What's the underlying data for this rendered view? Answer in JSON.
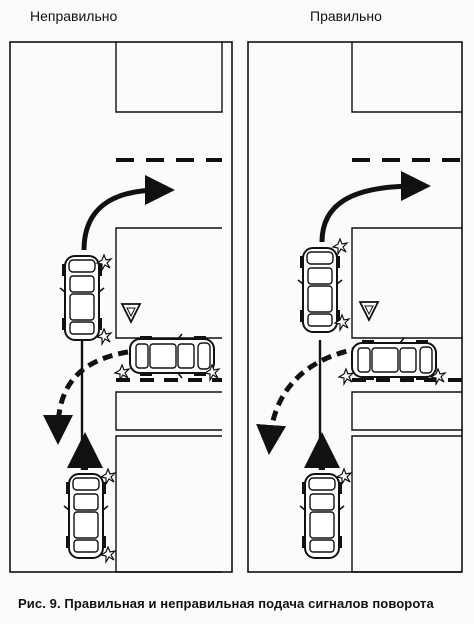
{
  "panels": {
    "left": {
      "title": "Неправильно"
    },
    "right": {
      "title": "Правильно"
    }
  },
  "caption": "Рис. 9. Правильная и неправильная подача сигналов поворота",
  "colors": {
    "ink": "#111111",
    "paper": "#fbfbf9"
  },
  "icons": [
    "turn-signal-icon",
    "yield-sign-icon",
    "arrow-icon",
    "car-icon"
  ]
}
